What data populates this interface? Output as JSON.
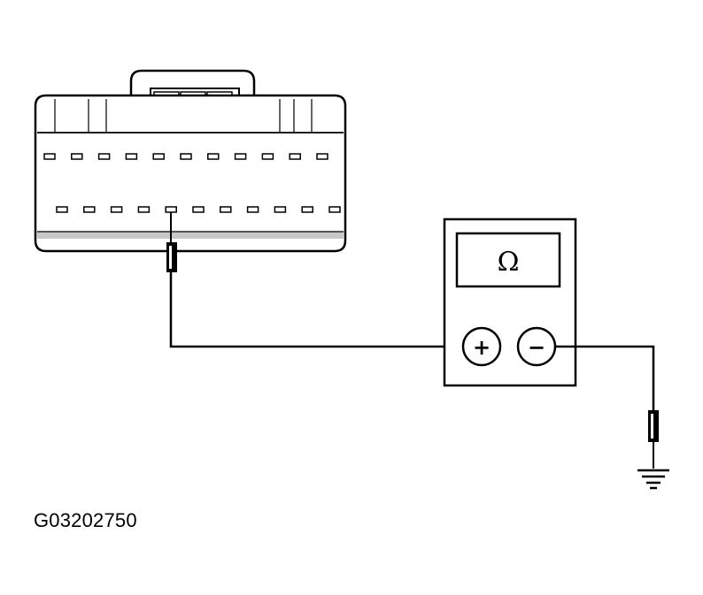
{
  "figure": {
    "id": "G03202750"
  },
  "meter": {
    "display": "Ω",
    "positive_terminal": "+",
    "negative_terminal": "−"
  },
  "connector": {
    "top_row_pins": 11,
    "bottom_row_pins": 11,
    "probed_pin_index": 4
  },
  "colors": {
    "line": "#000000",
    "shading": "#c8c8c8",
    "background": "#ffffff"
  }
}
